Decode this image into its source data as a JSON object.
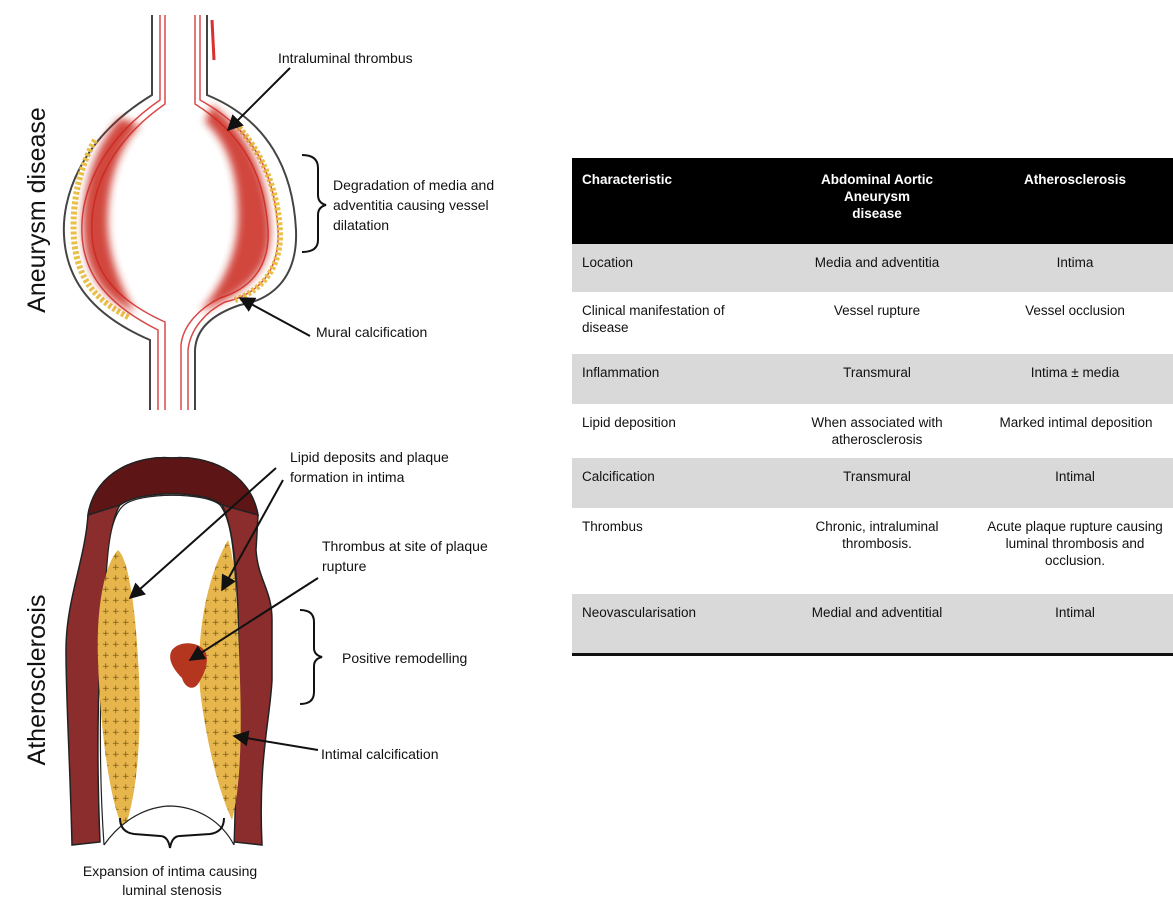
{
  "aneurysm": {
    "title": "Aneurysm disease",
    "labels": {
      "thrombus": "Intraluminal thrombus",
      "degradation": [
        "Degradation of media and",
        "adventitia causing vessel",
        "dilatation"
      ],
      "calcification": "Mural calcification"
    }
  },
  "atherosclerosis": {
    "title": "Atherosclerosis",
    "labels": {
      "lipid": [
        "Lipid deposits and plaque",
        "formation in intima"
      ],
      "thrombus": [
        "Thrombus at site of plaque",
        "rupture"
      ],
      "remodelling": "Positive remodelling",
      "calcification": "Intimal calcification",
      "stenosis": [
        "Expansion of intima causing",
        "luminal stenosis"
      ]
    }
  },
  "table": {
    "headers": [
      "Characteristic",
      "Abdominal Aortic Aneurysm disease",
      "Atherosclerosis"
    ],
    "rows": [
      [
        "Location",
        "Media and adventitia",
        "Intima"
      ],
      [
        "Clinical manifestation of disease",
        "Vessel rupture",
        "Vessel occlusion"
      ],
      [
        "Inflammation",
        "Transmural",
        "Intima ± media"
      ],
      [
        "Lipid deposition",
        "When associated with atherosclerosis",
        "Marked intimal deposition"
      ],
      [
        "Calcification",
        "Transmural",
        "Intimal"
      ],
      [
        "Thrombus",
        "Chronic, intraluminal thrombosis.",
        "Acute plaque rupture causing luminal thrombosis and occlusion."
      ],
      [
        "Neovascularisation",
        "Medial and adventitial",
        "Intimal"
      ]
    ]
  }
}
